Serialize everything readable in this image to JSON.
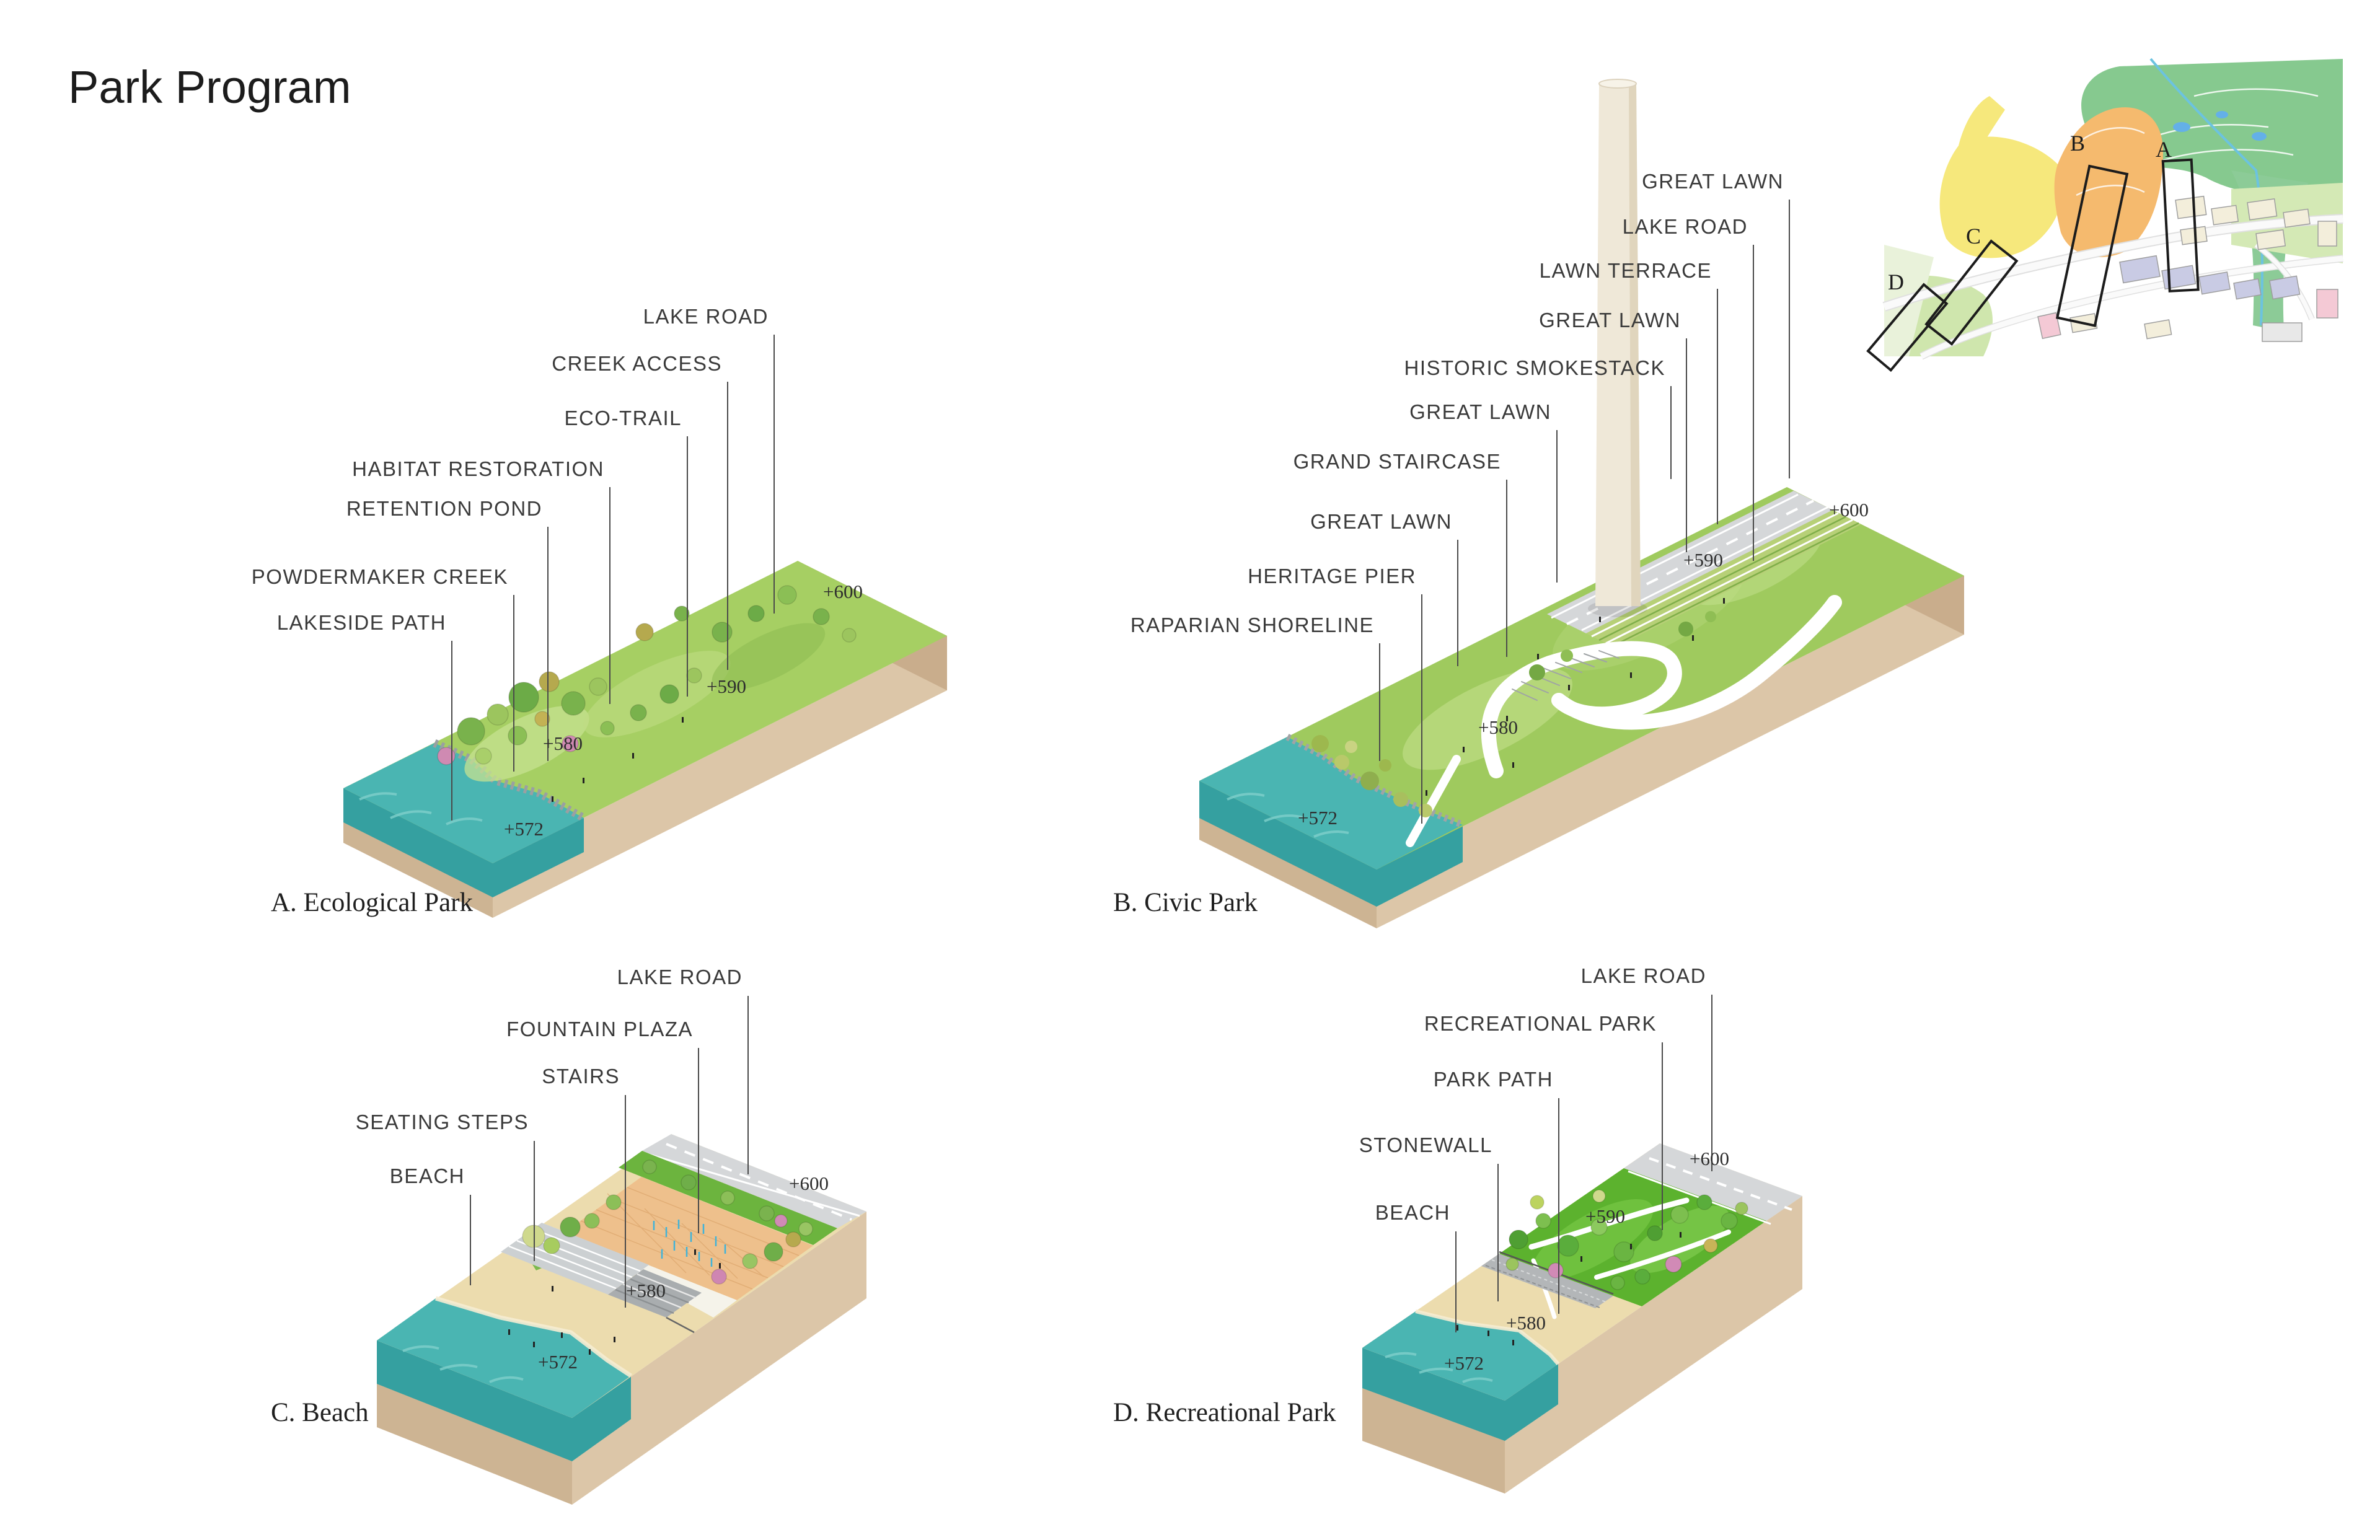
{
  "title": "Park Program",
  "diagrams": [
    {
      "letter": "A",
      "caption": "A. Ecological Park",
      "labels": [
        "LAKE ROAD",
        "CREEK ACCESS",
        "ECO-TRAIL",
        "HABITAT RESTORATION",
        "RETENTION POND",
        "POWDERMAKER CREEK",
        "LAKESIDE PATH"
      ],
      "elevations": [
        "+600",
        "+590",
        "+580",
        "+572"
      ]
    },
    {
      "letter": "B",
      "caption": "B. Civic Park",
      "labels": [
        "GREAT LAWN",
        "LAKE ROAD",
        "LAWN TERRACE",
        "GREAT LAWN",
        "HISTORIC SMOKESTACK",
        "GREAT LAWN",
        "GRAND STAIRCASE",
        "GREAT LAWN",
        "HERITAGE PIER",
        "RAPARIAN SHORELINE"
      ],
      "elevations": [
        "+600",
        "+590",
        "+580",
        "+572"
      ]
    },
    {
      "letter": "C",
      "caption": "C. Beach",
      "labels": [
        "LAKE ROAD",
        "FOUNTAIN PLAZA",
        "STAIRS",
        "SEATING STEPS",
        "BEACH"
      ],
      "elevations": [
        "+600",
        "+580",
        "+572"
      ]
    },
    {
      "letter": "D",
      "caption": "D. Recreational Park",
      "labels": [
        "LAKE ROAD",
        "RECREATIONAL PARK",
        "PARK PATH",
        "STONEWALL",
        "BEACH"
      ],
      "elevations": [
        "+600",
        "+590",
        "+580",
        "+572"
      ]
    }
  ],
  "key_map": {
    "markers": [
      "A",
      "B",
      "C",
      "D"
    ]
  },
  "colors": {
    "water": "#4ab5b2",
    "water_dark": "#35a0a0",
    "earth": "#dcc6a8",
    "earth_dark": "#c9ad8c",
    "grass": "#9fca5e",
    "grass_bright": "#5cb22e",
    "road": "#d6d8da",
    "sand": "#ecdcae",
    "plaza": "#eec08c",
    "smokestack": "#f2ecdf",
    "creek": "#41b7d7",
    "map_green": "#86c98f",
    "map_yellow": "#f6e87c",
    "map_orange": "#f5ba6e",
    "map_lavender": "#c9cbe4",
    "map_pink": "#f4c9d5"
  }
}
